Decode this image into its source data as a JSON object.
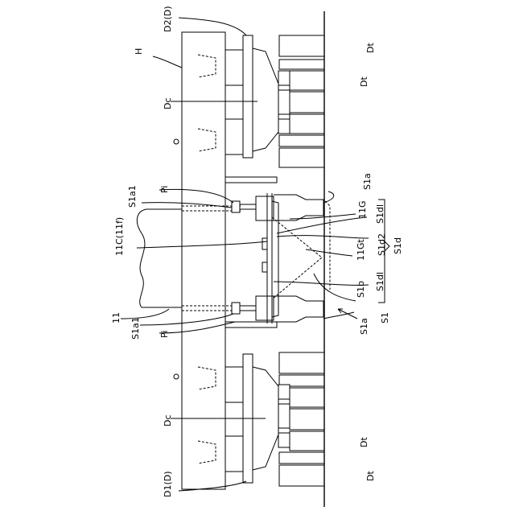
{
  "labels": {
    "d2": "D2(D)",
    "h": "H",
    "dc_top": "Dc",
    "dt1": "Dt",
    "dt2": "Dt",
    "pi_top": "Pi",
    "s1a1_top": "S1a1",
    "s1a_top": "S1a",
    "c11": "11C(11f)",
    "g11": "11G",
    "s1dl_top": "S1dl",
    "gt11": "11Gt",
    "s1d2": "S1d2",
    "s1d": "S1d",
    "s1dl_bot": "S1dl",
    "s1b": "S1b",
    "n11": "11",
    "s1a1_bot": "S1a1",
    "pi_bot": "Pi",
    "s1": "S1",
    "s1a_bot": "S1a",
    "dc_bot": "Dc",
    "dt3": "Dt",
    "dt4": "Dt",
    "d1": "D1(D)"
  }
}
